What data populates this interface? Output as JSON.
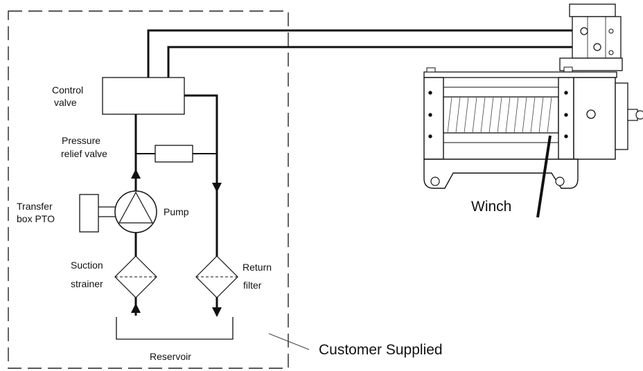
{
  "labels": {
    "control_valve_1": "Control",
    "control_valve_2": "valve",
    "pressure_relief_1": "Pressure",
    "pressure_relief_2": "relief valve",
    "transfer_box_1": "Transfer",
    "transfer_box_2": "box PTO",
    "pump": "Pump",
    "suction_1": "Suction",
    "suction_2": "strainer",
    "return_1": "Return",
    "return_2": "filter",
    "reservoir": "Reservoir",
    "winch": "Winch",
    "customer_supplied": "Customer Supplied"
  },
  "colors": {
    "line": "#111111",
    "drum_line": "#555555",
    "background": "#ffffff"
  }
}
